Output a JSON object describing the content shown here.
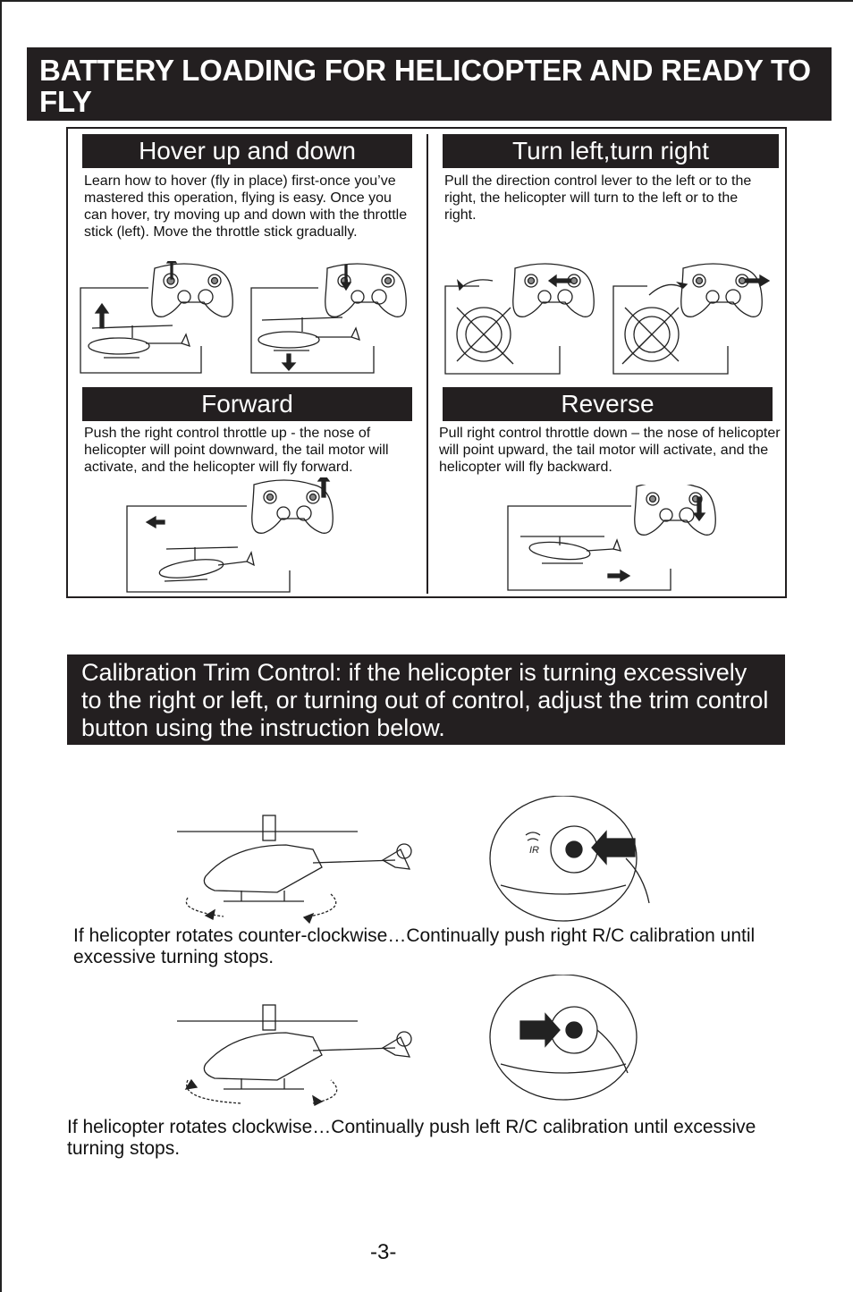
{
  "header": {
    "title": "BATTERY LOADING FOR HELICOPTER AND READY TO FLY"
  },
  "sections": {
    "hover": {
      "heading": "Hover up and down",
      "text": "Learn how to hover (fly in place) first-once you’ve mastered this operation, flying is easy. Once you can hover, try moving up and down with the throttle stick (left). Move the throttle stick gradually."
    },
    "turn": {
      "heading": "Turn left,turn right",
      "text": "Pull the direction control lever to the left or to the right, the helicopter will turn to the left or to the right."
    },
    "forward": {
      "heading": "Forward",
      "text": "Push the right control throttle up - the nose of helicopter will point downward, the tail motor will activate, and the helicopter will fly forward."
    },
    "reverse": {
      "heading": "Reverse",
      "text": "Pull right control throttle down – the nose of helicopter will point upward, the tail motor will activate, and the helicopter will fly backward."
    }
  },
  "calibration": {
    "heading": "Calibration Trim Control: if the helicopter is turning excessively to the right or left, or turning out of control, adjust the trim control button using the instruction below.",
    "ccw_caption": "If helicopter rotates counter-clockwise…Continually push right R/C calibration until excessive turning stops.",
    "cw_caption": "If helicopter rotates clockwise…Continually push left R/C calibration until excessive turning stops.",
    "ir_label": "IR"
  },
  "footer": {
    "page": "-3-"
  },
  "colors": {
    "bar": "#231f20",
    "line": "#222222"
  }
}
